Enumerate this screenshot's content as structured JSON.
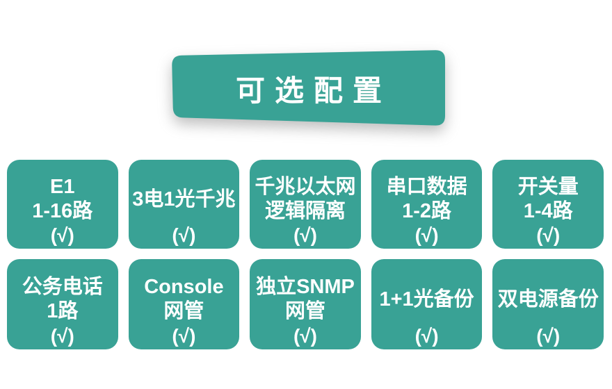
{
  "banner": {
    "title": "可选配置"
  },
  "theme": {
    "teal": "#39A295",
    "text_color": "#FFFFFF",
    "background": "#FFFFFF"
  },
  "cards": [
    {
      "title_lines": [
        "E1",
        "1-16路"
      ],
      "check": "(√)"
    },
    {
      "title_lines": [
        "3电1光千兆"
      ],
      "check": "(√)"
    },
    {
      "title_lines": [
        "千兆以太网",
        "逻辑隔离"
      ],
      "check": "(√)"
    },
    {
      "title_lines": [
        "串口数据",
        "1-2路"
      ],
      "check": "(√)"
    },
    {
      "title_lines": [
        "开关量",
        "1-4路"
      ],
      "check": "(√)"
    },
    {
      "title_lines": [
        "公务电话",
        "1路"
      ],
      "check": "(√)"
    },
    {
      "title_lines": [
        "Console",
        "网管"
      ],
      "check": "(√)"
    },
    {
      "title_lines": [
        "独立SNMP",
        "网管"
      ],
      "check": "(√)"
    },
    {
      "title_lines": [
        "1+1光备份"
      ],
      "check": "(√)"
    },
    {
      "title_lines": [
        "双电源备份"
      ],
      "check": "(√)"
    }
  ]
}
